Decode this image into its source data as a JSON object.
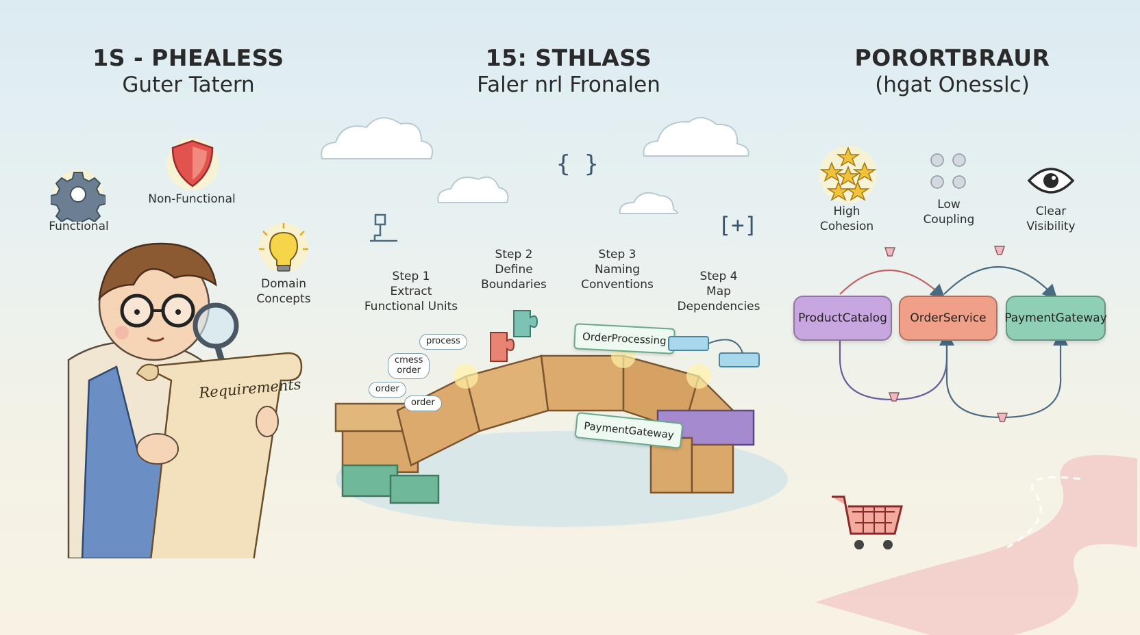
{
  "sections": [
    {
      "title": "1S - PHEALESS",
      "subtitle": "Guter Tatern"
    },
    {
      "title": "15: STHLASS",
      "subtitle": "Faler nrl Fronalen"
    },
    {
      "title": "PORORTBRAUR",
      "subtitle": "(hgat Onesslc)"
    }
  ],
  "requirements": {
    "functional": "Functional",
    "non_functional": "Non-Functional",
    "domain_line1": "Domain",
    "domain_line2": "Concepts",
    "scroll_label": "Requirements"
  },
  "steps": [
    {
      "num": "Step 1",
      "line1": "Extract",
      "line2": "Functional Units"
    },
    {
      "num": "Step 2",
      "line1": "Define",
      "line2": "Boundaries"
    },
    {
      "num": "Step 3",
      "line1": "Naming",
      "line2": "Conventions"
    },
    {
      "num": "Step 4",
      "line1": "Map",
      "line2": "Dependencies"
    }
  ],
  "bubbles": [
    {
      "line1": "process"
    },
    {
      "line1": "cmess",
      "line2": "order"
    },
    {
      "line1": "order"
    },
    {
      "line1": "order"
    }
  ],
  "tags": {
    "order_processing": "OrderProcessing",
    "payment_gateway": "PaymentGateway"
  },
  "symbols": {
    "braces": "{ }",
    "bracket_plus": "[+]"
  },
  "principles": [
    {
      "line1": "High",
      "line2": "Cohesion"
    },
    {
      "line1": "Low",
      "line2": "Coupling"
    },
    {
      "line1": "Clear",
      "line2": "Visibility"
    }
  ],
  "services": {
    "product": "ProductCatalog",
    "order": "OrderService",
    "payment": "PaymentGateway"
  },
  "colors": {
    "product": "#c8a6df",
    "order": "#f0a088",
    "payment": "#8fcfb6",
    "shield": "#e2534f",
    "star": "#f2c23a"
  }
}
